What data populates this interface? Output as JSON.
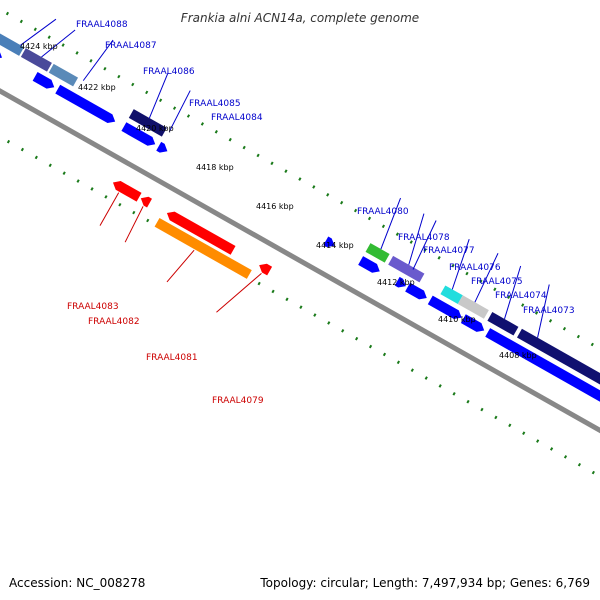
{
  "title": "Frankia alni ACN14a, complete genome",
  "footer": {
    "accession": "Accession: NC_008278",
    "topology": "Topology: circular; Length: 7,497,934 bp; Genes: 6,769"
  },
  "colors": {
    "forward_label": "#0000cc",
    "reverse_label": "#cc0000",
    "tick": "#1a7a1a",
    "backbone": "#888888",
    "forward_cds": "#0000ff",
    "reverse_cds": "#ff0000"
  },
  "kbp_labels": [
    "4424 kbp",
    "4422 kbp",
    "4420 kbp",
    "4418 kbp",
    "4416 kbp",
    "4414 kbp",
    "4412 kbp",
    "4410 kbp",
    "4408 kbp"
  ],
  "forward_genes": [
    {
      "name": "FRAAL4088",
      "color": "#4a7fb8"
    },
    {
      "name": "FRAAL4087",
      "color": "#4a4a9a"
    },
    {
      "name": "FRAAL4086",
      "color": "#5a8ab8"
    },
    {
      "name": "FRAAL4085",
      "color": "#10106a"
    },
    {
      "name": "FRAAL4084",
      "color": "#2020d0"
    },
    {
      "name": "FRAAL4080",
      "color": "#33bb33"
    },
    {
      "name": "FRAAL4078",
      "color": "#6a5acd"
    },
    {
      "name": "FRAAL4077",
      "color": "#1a1aff"
    },
    {
      "name": "FRAAL4076",
      "color": "#22dddd"
    },
    {
      "name": "FRAAL4075",
      "color": "#c8c8c8"
    },
    {
      "name": "FRAAL4074",
      "color": "#101070"
    },
    {
      "name": "FRAAL4073",
      "color": "#101070"
    }
  ],
  "reverse_genes": [
    {
      "name": "FRAAL4083",
      "color": "#ee2222"
    },
    {
      "name": "FRAAL4082",
      "color": "#ee2222"
    },
    {
      "name": "FRAAL4081",
      "color": "#ff8c00"
    },
    {
      "name": "FRAAL4079",
      "color": "#ee2222"
    }
  ]
}
